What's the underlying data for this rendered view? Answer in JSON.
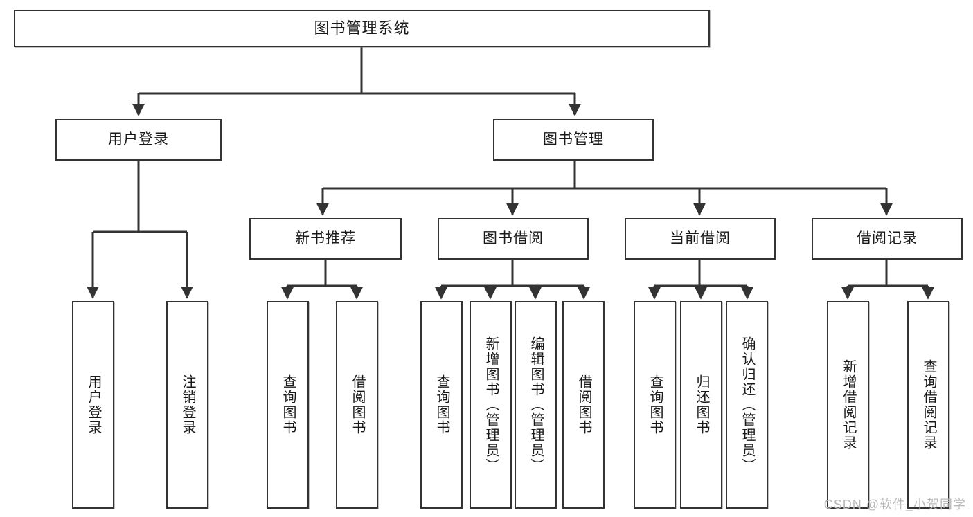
{
  "diagram": {
    "title": "图书管理系统",
    "watermark": "CSDN @软件_小贺同学",
    "colors": {
      "stroke": "#333333",
      "fill": "#ffffff",
      "text": "#1a1a1a",
      "watermark": "#b9b9b9"
    },
    "levels": {
      "root": {
        "label": "图书管理系统"
      },
      "level1": [
        {
          "label": "用户登录"
        },
        {
          "label": "图书管理"
        }
      ],
      "level2": [
        {
          "label": "新书推荐"
        },
        {
          "label": "图书借阅"
        },
        {
          "label": "当前借阅"
        },
        {
          "label": "借阅记录"
        }
      ],
      "leaves": {
        "user_login": [
          {
            "label": "用户登录"
          },
          {
            "label": "注销登录"
          }
        ],
        "new_book_recommend": [
          {
            "label": "查询图书"
          },
          {
            "label": "借阅图书"
          }
        ],
        "book_borrow": [
          {
            "label": "查询图书"
          },
          {
            "label": "新增图书（管理员）"
          },
          {
            "label": "编辑图书（管理员）"
          },
          {
            "label": "借阅图书"
          }
        ],
        "current_borrow": [
          {
            "label": "查询图书"
          },
          {
            "label": "归还图书"
          },
          {
            "label": "确认归还（管理员）"
          }
        ],
        "borrow_record": [
          {
            "label": "新增借阅记录"
          },
          {
            "label": "查询借阅记录"
          }
        ]
      }
    }
  }
}
